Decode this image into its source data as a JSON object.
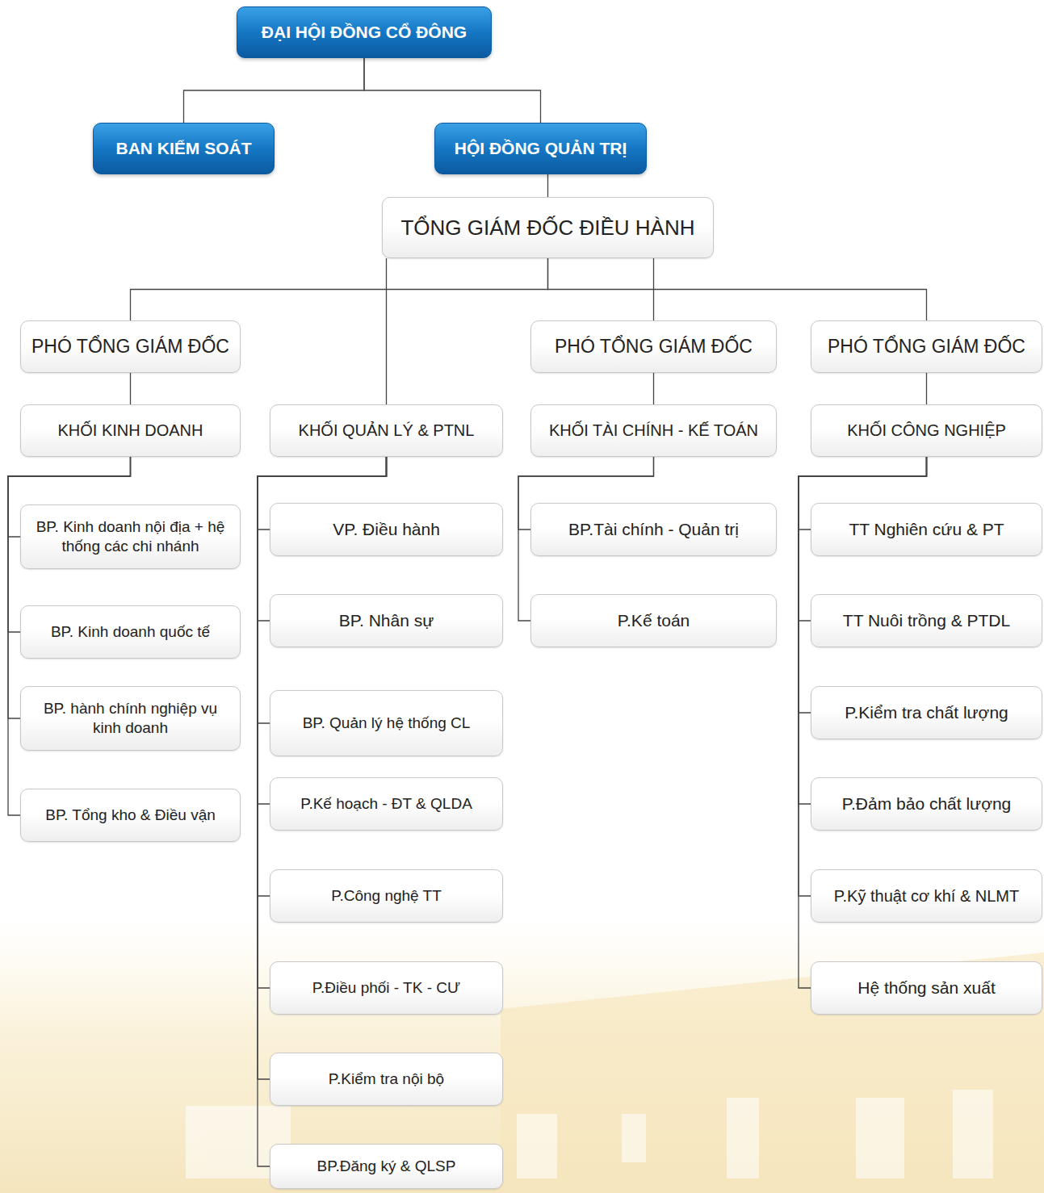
{
  "diagram": {
    "nodes": [
      {
        "text": [
          "ĐẠI HỘI ĐỒNG CỔ ĐÔNG"
        ]
      },
      {
        "text": [
          "BAN KIỂM SOÁT"
        ]
      },
      {
        "text": [
          "HỘI ĐỒNG QUẢN TRỊ"
        ]
      },
      {
        "text": [
          "TỔNG GIÁM ĐỐC ĐIỀU HÀNH"
        ]
      },
      {
        "text": [
          "PHÓ TỔNG GIÁM ĐỐC"
        ]
      },
      {
        "text": [
          "PHÓ TỔNG GIÁM ĐỐC"
        ]
      },
      {
        "text": [
          "PHÓ TỔNG GIÁM ĐỐC"
        ]
      },
      {
        "text": [
          "KHỐI KINH DOANH"
        ]
      },
      {
        "text": [
          "KHỐI QUẢN LÝ & PTNL"
        ]
      },
      {
        "text": [
          "KHỐI TÀI CHÍNH - KẾ TOÁN"
        ]
      },
      {
        "text": [
          "KHỐI CÔNG NGHIỆP"
        ]
      },
      {
        "text": [
          "BP. Kinh doanh nội địa + hệ thống các chi nhánh"
        ]
      },
      {
        "text": [
          "BP. Kinh doanh quốc tế"
        ]
      },
      {
        "text": [
          "BP. hành chính nghiệp vụ kinh doanh"
        ]
      },
      {
        "text": [
          "BP. Tổng kho & Điều vận"
        ]
      },
      {
        "text": [
          "VP. Điều hành"
        ]
      },
      {
        "text": [
          "BP. Nhân sự"
        ]
      },
      {
        "text": [
          "BP. Quản lý hệ thống CL"
        ]
      },
      {
        "text": [
          "P.Kế hoạch - ĐT & QLDA"
        ]
      },
      {
        "text": [
          "P.Công nghệ TT"
        ]
      },
      {
        "text": [
          "P.Điều phối - TK - CƯ"
        ]
      },
      {
        "text": [
          "P.Kiểm tra nội bộ"
        ]
      },
      {
        "text": [
          "BP.Đăng ký & QLSP"
        ]
      },
      {
        "text": [
          "BP.Tài chính - Quản trị"
        ]
      },
      {
        "text": [
          "P.Kế toán"
        ]
      },
      {
        "text": [
          "TT Nghiên cứu & PT"
        ]
      },
      {
        "text": [
          "TT Nuôi trồng & PTDL"
        ]
      },
      {
        "text": [
          "P.Kiểm tra chất lượng"
        ]
      },
      {
        "text": [
          "P.Đảm bảo chất lượng"
        ]
      },
      {
        "text": [
          "P.Kỹ thuật cơ khí & NLMT"
        ]
      },
      {
        "text": [
          "Hệ thống sản xuất"
        ]
      }
    ],
    "edges": [
      {
        "from": 0,
        "to": 1,
        "arrow": "none"
      },
      {
        "from": 0,
        "to": 2,
        "arrow": "none"
      },
      {
        "from": 2,
        "to": 3,
        "arrow": "none"
      },
      {
        "from": 3,
        "to": 4,
        "arrow": "none"
      },
      {
        "from": 3,
        "to": 8,
        "arrow": "none"
      },
      {
        "from": 3,
        "to": 5,
        "arrow": "none"
      },
      {
        "from": 3,
        "to": 6,
        "arrow": "none"
      },
      {
        "from": 4,
        "to": 7,
        "arrow": "none"
      },
      {
        "from": 5,
        "to": 9,
        "arrow": "none"
      },
      {
        "from": 6,
        "to": 10,
        "arrow": "none"
      },
      {
        "from": 7,
        "to": 11,
        "arrow": "none"
      },
      {
        "from": 7,
        "to": 12,
        "arrow": "none"
      },
      {
        "from": 7,
        "to": 13,
        "arrow": "none"
      },
      {
        "from": 7,
        "to": 14,
        "arrow": "none"
      },
      {
        "from": 8,
        "to": 15,
        "arrow": "none"
      },
      {
        "from": 8,
        "to": 16,
        "arrow": "none"
      },
      {
        "from": 8,
        "to": 17,
        "arrow": "none"
      },
      {
        "from": 8,
        "to": 18,
        "arrow": "none"
      },
      {
        "from": 8,
        "to": 19,
        "arrow": "none"
      },
      {
        "from": 8,
        "to": 20,
        "arrow": "none"
      },
      {
        "from": 8,
        "to": 21,
        "arrow": "none"
      },
      {
        "from": 8,
        "to": 22,
        "arrow": "none"
      },
      {
        "from": 9,
        "to": 23,
        "arrow": "none"
      },
      {
        "from": 9,
        "to": 24,
        "arrow": "none"
      },
      {
        "from": 10,
        "to": 25,
        "arrow": "none"
      },
      {
        "from": 10,
        "to": 26,
        "arrow": "none"
      },
      {
        "from": 10,
        "to": 27,
        "arrow": "none"
      },
      {
        "from": 10,
        "to": 28,
        "arrow": "none"
      },
      {
        "from": 10,
        "to": 29,
        "arrow": "none"
      },
      {
        "from": 10,
        "to": 30,
        "arrow": "none"
      }
    ]
  }
}
